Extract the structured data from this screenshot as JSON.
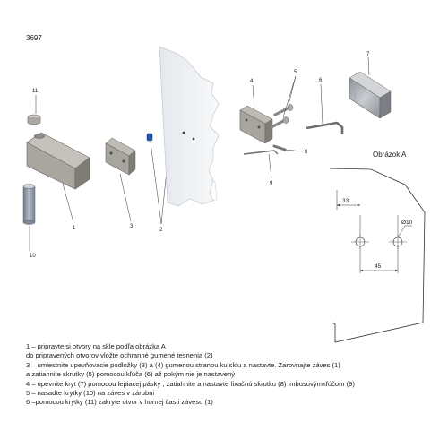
{
  "product_code": "3697",
  "callouts": {
    "c1": "1",
    "c2": "2",
    "c3": "3",
    "c4": "4",
    "c5": "5",
    "c6": "6",
    "c7": "7",
    "c8": "8",
    "c9": "9",
    "c10": "10",
    "c11": "11"
  },
  "detail": {
    "title": "Obrázok A",
    "dim_edge": "33",
    "dim_hole": "Ø10",
    "dim_spacing": "45"
  },
  "instructions": [
    "1 – pripravte si otvory na skle podľa obrázka A",
    "do pripravených otvorov vložte ochranné gumené tesnenia (2)",
    "3 – umiestnite upevňovacie podložky (3) a (4) gumenou stranou ku sklu a nastavte. Zarovnajte záves (1)",
    "a zatiahnite skrutky (5) pomocou kľúča (6) až pokým nie je nastavený",
    "4 – upevnite kryt (7) pomocou lepiacej pásky , zatiahnite a nastavte fixačnú skrutku (8) imbusovýmkľúčom (9)",
    "5 – nasaďte krytky (10) na záves v zárubni",
    "6 –pomocou krytky (11)  zakryte otvor v hornej časti závesu (1)"
  ],
  "colors": {
    "part_grey": "#a6a49c",
    "part_dark": "#7d7b74",
    "glass": "#f1f3f5",
    "seal_blue": "#2456a8",
    "cylinder": "#8f9aa7"
  }
}
